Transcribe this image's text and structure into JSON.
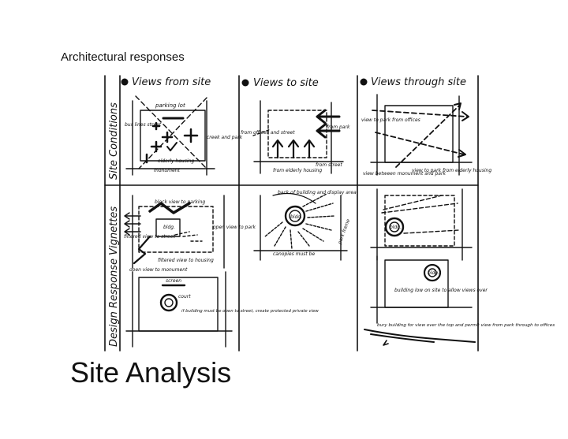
{
  "page": {
    "caption": "Architectural responses",
    "title": "Site Analysis"
  },
  "columns": [
    {
      "label": "Views from site"
    },
    {
      "label": "Views to site"
    },
    {
      "label": "Views through site"
    }
  ],
  "rows": [
    {
      "label": "Site Conditions"
    },
    {
      "label": "Design Response Vignettes"
    }
  ],
  "annotations": {
    "parking_lot": "parking lot",
    "bus_lines_street": "bus lines street",
    "creek_and_park": "creek and park",
    "elderly_housing_a": "elderly housing",
    "monument": "monument",
    "from_offices_and_street": "from offices and street",
    "from_park": "from park",
    "from_street": "from street",
    "from_elderly_housing": "from elderly housing",
    "view_to_park_from_offices": "view to park from offices",
    "view_between_monument_and_park": "view between monument and park",
    "view_to_park_from_elderly_housing": "view to park from elderly housing",
    "block_view_to_parking": "block view to parking",
    "bldg": "bldg.",
    "filtered_view_to_street": "filtered view to street",
    "open_view_to_park": "open view to park",
    "filtered_view_to_housing": "filtered view to housing",
    "open_view_to_monument": "open view to monument",
    "screen": "screen",
    "court": "court",
    "if_building_must_be_open": "if building must be open to street, create protected private view",
    "back_of_building": "back of building and display area",
    "canopies_must_be": "canopies must be",
    "park_frame": "park frame",
    "building_low_on_site": "building low on site to allow views over",
    "bury_building": "bury building for view over the top and permit view from park through to offices"
  }
}
